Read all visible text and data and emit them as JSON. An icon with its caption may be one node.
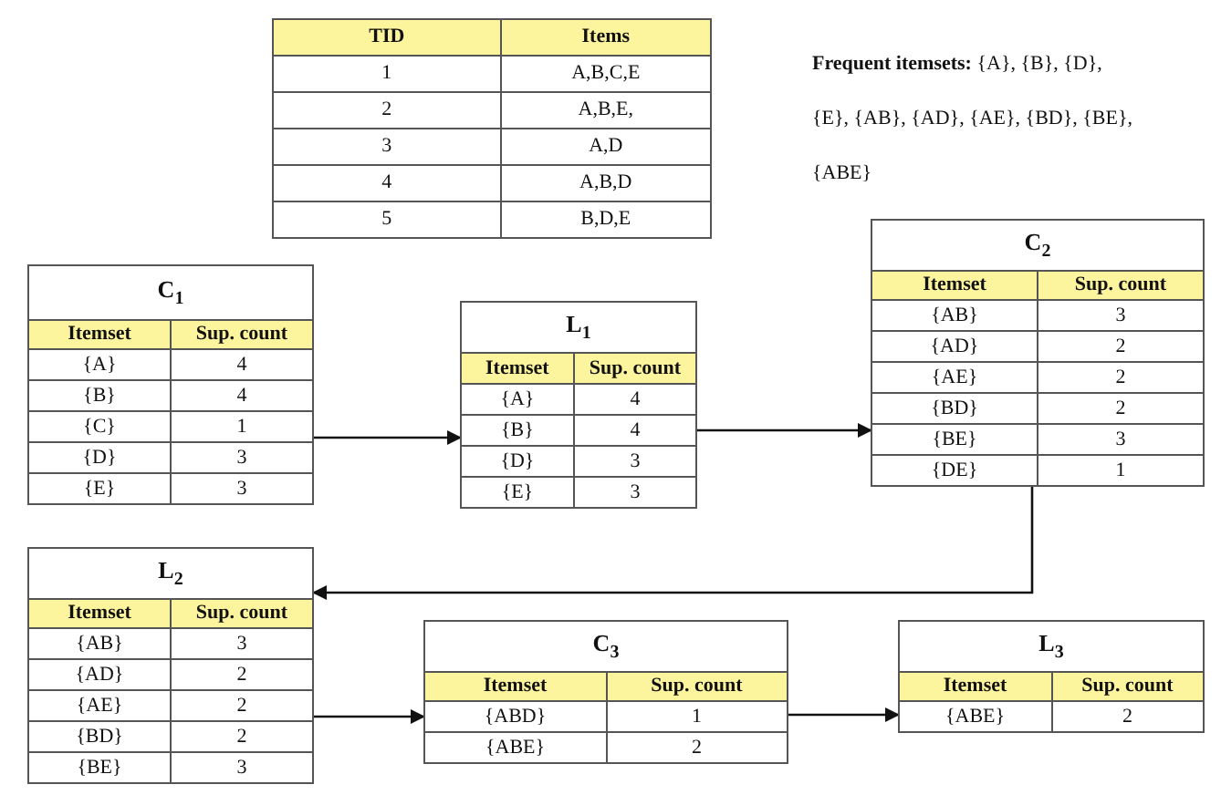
{
  "diagram": {
    "nodes": [
      {
        "text": [
          "TID",
          "Items",
          "1",
          "A,B,C,E",
          "2",
          "A,B,E,",
          "3",
          "A,D",
          "4",
          "A,B,D",
          "5",
          "B,D,E"
        ]
      },
      {
        "text": [
          "C$_{1}$",
          "Itemset",
          "Sup. count",
          "{A}",
          "4",
          "{B}",
          "4",
          "{C}",
          "1",
          "{D}",
          "3",
          "{E}",
          "3"
        ]
      },
      {
        "text": [
          "L$_{1}$",
          "Itemset",
          "Sup. count",
          "{A}",
          "4",
          "{B}",
          "4",
          "{D}",
          "3",
          "{E}",
          "3"
        ]
      },
      {
        "text": [
          "C$_{2}$",
          "Itemset",
          "Sup. count",
          "{AB}",
          "3",
          "{AD}",
          "2",
          "{AE}",
          "2",
          "{BD}",
          "2",
          "{BE}",
          "3",
          "{DE}",
          "1"
        ]
      },
      {
        "text": [
          "L$_{2}$",
          "Itemset",
          "Sup. count",
          "{AB}",
          "3",
          "{AD}",
          "2",
          "{AE}",
          "2",
          "{BD}",
          "2",
          "{BE}",
          "3"
        ]
      },
      {
        "text": [
          "C$_{3}$",
          "Itemset",
          "Sup. count",
          "{ABD}",
          "1",
          "{ABE}",
          "2"
        ]
      },
      {
        "text": [
          "L$_{3}$",
          "Itemset",
          "Sup. count",
          "{ABE}",
          "2"
        ]
      }
    ],
    "edges": [
      {
        "from": 1,
        "to": 2,
        "arrow": "to"
      },
      {
        "from": 2,
        "to": 3,
        "arrow": "to"
      },
      {
        "from": 3,
        "to": 4,
        "arrow": "to"
      },
      {
        "from": 4,
        "to": 5,
        "arrow": "to"
      },
      {
        "from": 5,
        "to": 6,
        "arrow": "to"
      }
    ],
    "labels": [
      "**Frequent itemsets:** {A}, {B}, {D}, {E}, {AB}, {AD}, {AE}, {BD}, {BE}, {ABE}"
    ]
  }
}
